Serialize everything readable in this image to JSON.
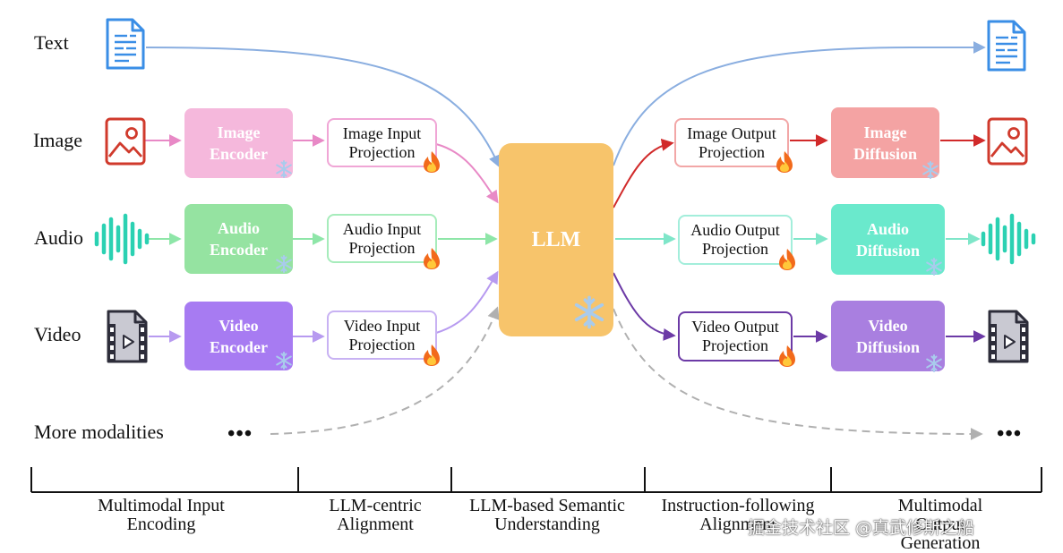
{
  "row_labels": {
    "text": "Text",
    "image": "Image",
    "audio": "Audio",
    "video": "Video",
    "more": "More modalities"
  },
  "encoders": {
    "image": "Image\nEncoder",
    "audio": "Audio\nEncoder",
    "video": "Video\nEncoder"
  },
  "input_projections": {
    "image": "Image Input\nProjection",
    "audio": "Audio Input\nProjection",
    "video": "Video Input\nProjection"
  },
  "llm_label": "LLM",
  "output_projections": {
    "image": "Image Output\nProjection",
    "audio": "Audio Output\nProjection",
    "video": "Video Output\nProjection"
  },
  "diffusions": {
    "image": "Image\nDiffusion",
    "audio": "Audio\nDiffusion",
    "video": "Video\nDiffusion"
  },
  "ellipsis": "•••",
  "stages": [
    "Multimodal Input\nEncoding",
    "LLM-centric\nAlignment",
    "LLM-based Semantic\nUnderstanding",
    "Instruction-following\nAlignment",
    "Multimodal Output\nGeneration"
  ],
  "watermark": "掘金技术社区 @真武修斯之船",
  "icons": {
    "text": "document-icon",
    "image": "image-icon",
    "audio": "waveform-icon",
    "video": "video-file-icon",
    "frozen": "snowflake-icon",
    "trainable": "flame-icon"
  },
  "colors": {
    "text_line": "#8aaee0",
    "image_in": "#e889c6",
    "audio_in": "#8ee6a8",
    "video_in": "#b79af0",
    "image_out": "#d12a2a",
    "audio_out": "#7fe6c9",
    "video_out": "#6c3aa6",
    "more_line": "#b0b0b0",
    "image_encoder": "#f5b8dc",
    "audio_encoder": "#95e3a1",
    "video_encoder": "#a77bf2",
    "image_diffusion": "#f4a3a3",
    "audio_diffusion": "#6ae9cc",
    "video_diffusion": "#a97fe0",
    "llm": "#f7c46b"
  }
}
